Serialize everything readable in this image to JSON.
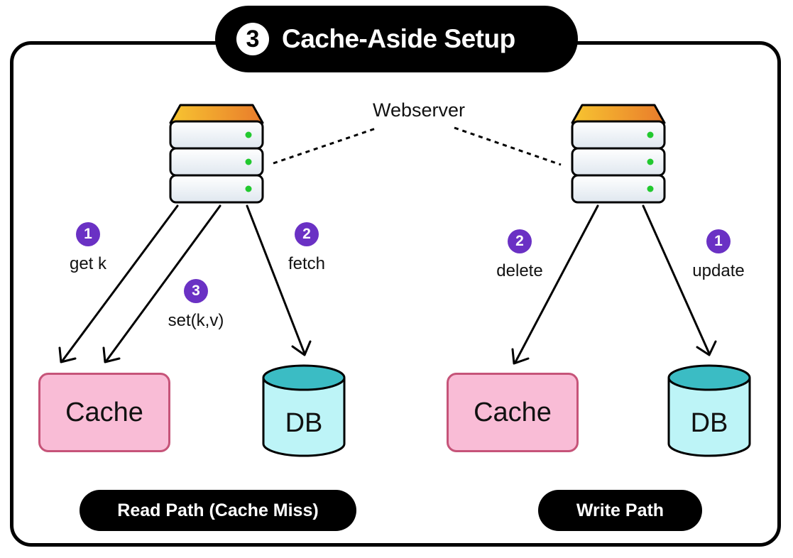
{
  "title": {
    "number": "3",
    "text": "Cache-Aside Setup"
  },
  "webserver_label": "Webserver",
  "read_path": {
    "steps": [
      {
        "number": "1",
        "label": "get k"
      },
      {
        "number": "2",
        "label": "fetch"
      },
      {
        "number": "3",
        "label": "set(k,v)"
      }
    ],
    "cache_label": "Cache",
    "db_label": "DB",
    "footer": "Read Path (Cache Miss)"
  },
  "write_path": {
    "steps": [
      {
        "number": "1",
        "label": "update"
      },
      {
        "number": "2",
        "label": "delete"
      }
    ],
    "cache_label": "Cache",
    "db_label": "DB",
    "footer": "Write Path"
  },
  "colors": {
    "badge": "#6a31c4",
    "cache_fill": "#f9bcd6",
    "cache_border": "#c65479",
    "db_top": "#3bbcc4",
    "db_body": "#bdf4f7",
    "server_led": "#22c92f"
  }
}
